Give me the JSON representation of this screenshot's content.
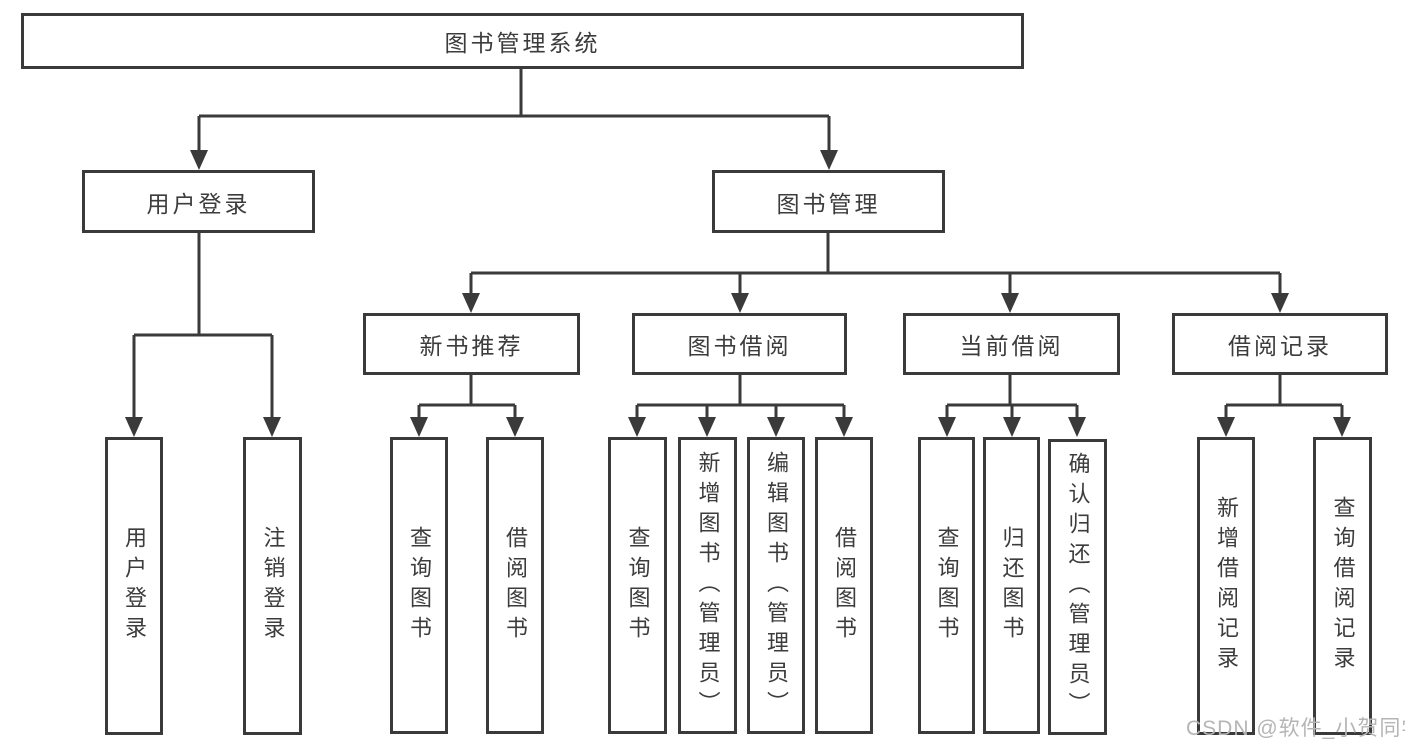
{
  "diagram": {
    "type": "hierarchy-tree",
    "root": {
      "label": "图书管理系统"
    },
    "branches": [
      {
        "label": "用户登录",
        "children": [
          {
            "label": "用户登录"
          },
          {
            "label": "注销登录"
          }
        ]
      },
      {
        "label": "图书管理",
        "children": [
          {
            "label": "新书推荐",
            "children": [
              {
                "label": "查询图书"
              },
              {
                "label": "借阅图书"
              }
            ]
          },
          {
            "label": "图书借阅",
            "children": [
              {
                "label": "查询图书"
              },
              {
                "label": "新增图书（管理员）"
              },
              {
                "label": "编辑图书（管理员）"
              },
              {
                "label": "借阅图书"
              }
            ]
          },
          {
            "label": "当前借阅",
            "children": [
              {
                "label": "查询图书"
              },
              {
                "label": "归还图书"
              },
              {
                "label": "确认归还（管理员）"
              }
            ]
          },
          {
            "label": "借阅记录",
            "children": [
              {
                "label": "新增借阅记录"
              },
              {
                "label": "查询借阅记录"
              }
            ]
          }
        ]
      }
    ]
  },
  "watermark": {
    "text": "CSDN @软件_小贺同学"
  },
  "colors": {
    "line": "#3a3a3a",
    "box_border": "#3a3a3a",
    "text": "#3c3c3c",
    "watermark": "#b5b5b5",
    "background": "#ffffff"
  }
}
